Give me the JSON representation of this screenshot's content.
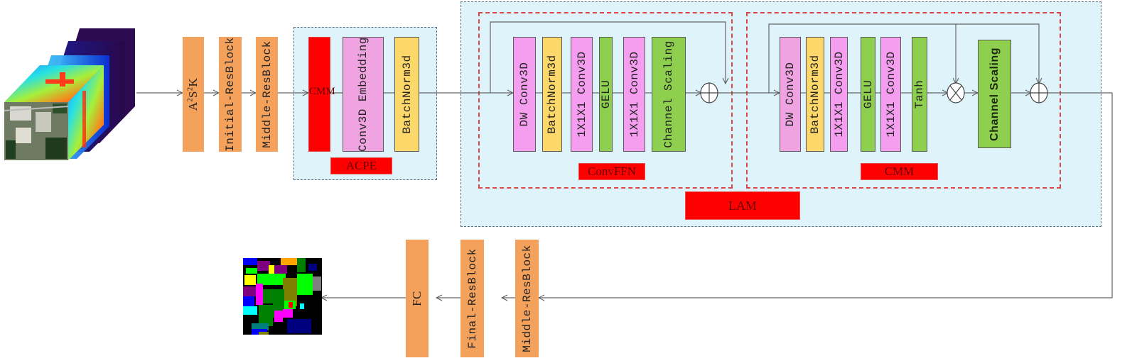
{
  "input": {
    "name": "Hyperspectral data cube"
  },
  "output": {
    "name": "Classification map"
  },
  "encoder": {
    "blocks": [
      {
        "id": "a2s2k",
        "label_base": "A",
        "label_sup1": "2",
        "label_mid": "S",
        "label_sup2": "2",
        "label_end": "K"
      },
      {
        "id": "initial-resblock",
        "label": "Initial-ResBlock"
      },
      {
        "id": "middle-resblock",
        "label": "Middle-ResBlock"
      }
    ]
  },
  "acpe": {
    "title": "ACPE",
    "blocks": [
      {
        "id": "cmm",
        "label": "CMM",
        "color": "#ff0000"
      },
      {
        "id": "conv3d-embedding",
        "label": "Conv3D Embedding",
        "color": "#f0a3e0"
      },
      {
        "id": "batchnorm3d",
        "label": "BatchNorm3d",
        "color": "#fcd76a"
      }
    ]
  },
  "lam": {
    "title": "LAM",
    "convffn": {
      "title": "ConvFFN",
      "blocks": [
        {
          "id": "dw-conv3d",
          "label": "DW Conv3D"
        },
        {
          "id": "batchnorm3d",
          "label": "BatchNorm3d"
        },
        {
          "id": "conv1x1-a",
          "label": "1X1X1 Conv3D"
        },
        {
          "id": "gelu",
          "label": "GELU"
        },
        {
          "id": "conv1x1-b",
          "label": "1X1X1 Conv3D"
        },
        {
          "id": "channel-scaling",
          "label": "Channel Scaling"
        }
      ],
      "merge_op": "add"
    },
    "cmm": {
      "title": "CMM",
      "blocks": [
        {
          "id": "dw-conv3d",
          "label": "DW Conv3D"
        },
        {
          "id": "batchnorm3d",
          "label": "BatchNorm3d"
        },
        {
          "id": "conv1x1-a",
          "label": "1X1X1 Conv3D"
        },
        {
          "id": "gelu",
          "label": "GELU"
        },
        {
          "id": "conv1x1-b",
          "label": "1X1X1 Conv3D"
        },
        {
          "id": "tanh",
          "label": "Tanh"
        },
        {
          "id": "channel-scaling",
          "label": "Channel Scaling"
        }
      ],
      "ops": [
        "multiply",
        "add"
      ]
    }
  },
  "decoder": {
    "blocks": [
      {
        "id": "middle-resblock",
        "label": "Middle-ResBlock"
      },
      {
        "id": "final-resblock",
        "label": "Final-ResBlock"
      },
      {
        "id": "fc",
        "label": "FC"
      }
    ]
  },
  "colors": {
    "orange": "#f4a15c",
    "red": "#ff0000",
    "pink": "#f59ef0",
    "yellow": "#fcd76a",
    "green": "#8ecf4f",
    "panel_blue": "#dff3fb",
    "dashed_red": "#d9474b"
  }
}
